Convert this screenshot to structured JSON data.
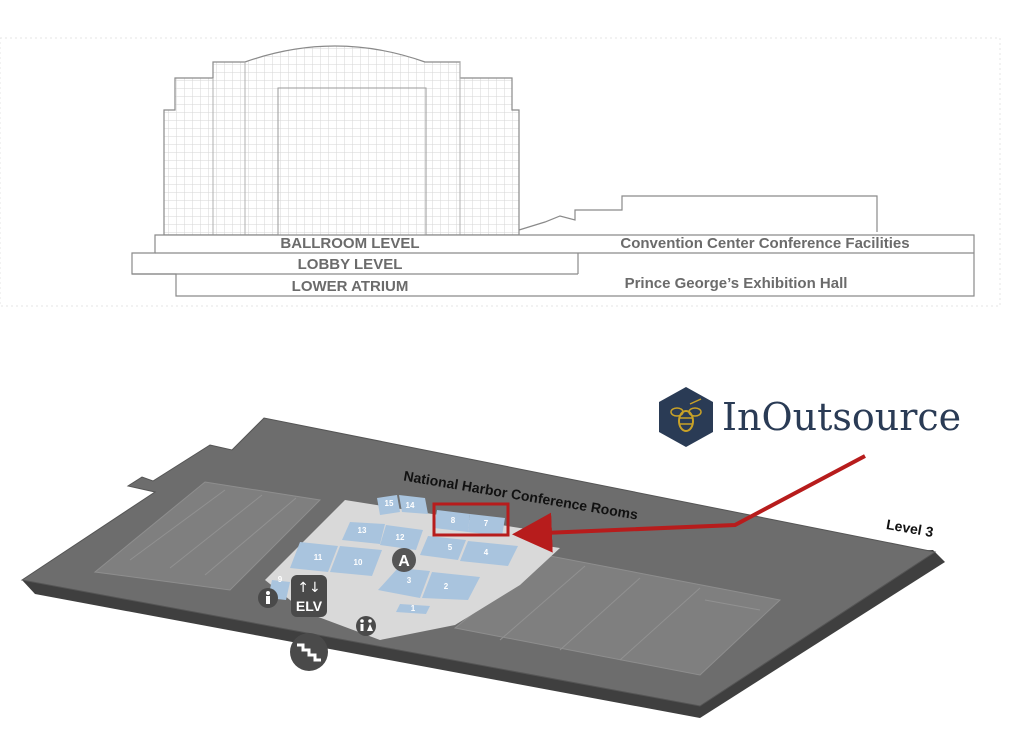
{
  "elevation": {
    "left_levels": [
      "BALLROOM LEVEL",
      "LOBBY LEVEL",
      "LOWER ATRIUM"
    ],
    "right_levels": [
      "Convention Center Conference Facilities",
      "Prince George’s Exhibition Hall"
    ]
  },
  "floorplan": {
    "title": "National Harbor Conference Rooms",
    "level": "Level 3",
    "rooms": [
      "1",
      "2",
      "3",
      "4",
      "5",
      "7",
      "8",
      "9",
      "10",
      "11",
      "12",
      "13",
      "14",
      "15"
    ],
    "highlighted_rooms": [
      "8",
      "7"
    ],
    "atrium_marker": "A",
    "elevator_label": "ELV",
    "icons": [
      "restroom-man-icon",
      "restroom-both-icon",
      "stairs-icon",
      "elevator-arrows-icon"
    ]
  },
  "logo": {
    "brand_name": "InOutsource",
    "icon": "bee-hexagon-icon",
    "brand_color": "#2a3b55",
    "accent_color": "#c9a227"
  },
  "colors": {
    "floor": "#6d6d6d",
    "room": "#a9c4de",
    "highlight": "#b71c1c"
  }
}
